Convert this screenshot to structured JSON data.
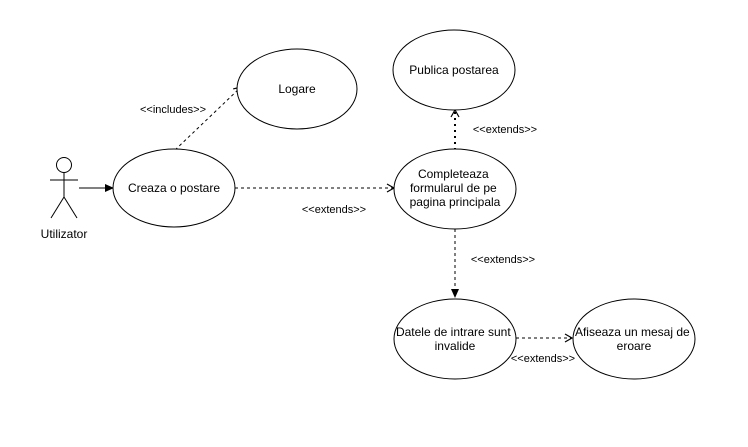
{
  "actor": {
    "label": "Utilizator"
  },
  "use_cases": {
    "logare": [
      "Logare"
    ],
    "creaza": [
      "Creaza o postare"
    ],
    "publica": [
      "Publica postarea"
    ],
    "completeaza": [
      "Completeaza",
      "formularul  de pe",
      "pagina principala"
    ],
    "datele": [
      "Datele de intrare sunt",
      "invalide"
    ],
    "afiseaza": [
      "Afiseaza un mesaj de",
      "eroare"
    ]
  },
  "relations": {
    "includes_logare": "<<includes>>",
    "extends_completeaza": "<<extends>>",
    "extends_publica": "<<extends>>",
    "extends_datele": "<<extends>>",
    "extends_afiseaza": "<<extends>>"
  }
}
